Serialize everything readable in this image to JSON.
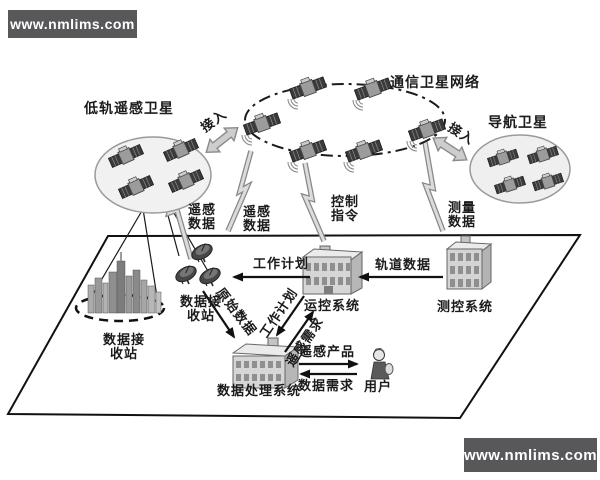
{
  "watermark": {
    "top": "www.nmlims.com",
    "bottom": "www.nmlims.com"
  },
  "clusters": {
    "low_orbit_label": "低轨遥感卫星",
    "comm_network_label": "通信卫星网络",
    "nav_label": "导航卫星"
  },
  "links": {
    "access_left": "接入",
    "access_right": "接入",
    "rs_data_1": {
      "l1": "遥感",
      "l2": "数据"
    },
    "rs_data_2": {
      "l1": "遥感",
      "l2": "数据"
    },
    "control_cmd": {
      "l1": "控制",
      "l2": "指令"
    },
    "measure_data": {
      "l1": "测量",
      "l2": "数据"
    },
    "work_plan_h": "工作计划",
    "orbit_data": "轨道数据",
    "raw_data": "原始数据",
    "work_plan_diag": "工作计划",
    "rs_demand": "遥感需求",
    "rs_product": "遥感产品",
    "data_demand": "数据需求"
  },
  "nodes": {
    "recv_city": {
      "l1": "数据接",
      "l2": "收站"
    },
    "recv_dish": {
      "l1": "数据接",
      "l2": "收站"
    },
    "ops_label": "运控系统",
    "ttc_label": "测控系统",
    "dps_label": "数据处理系统",
    "user_label": "用户"
  },
  "colors": {
    "badge_bg": "#58585a",
    "ink": "#1b1b1b",
    "panel_dark": "#3b3b3b",
    "bolt_light": "#dcdcdc",
    "bolt_edge": "#878787",
    "building_front": "#d6d6d6"
  }
}
